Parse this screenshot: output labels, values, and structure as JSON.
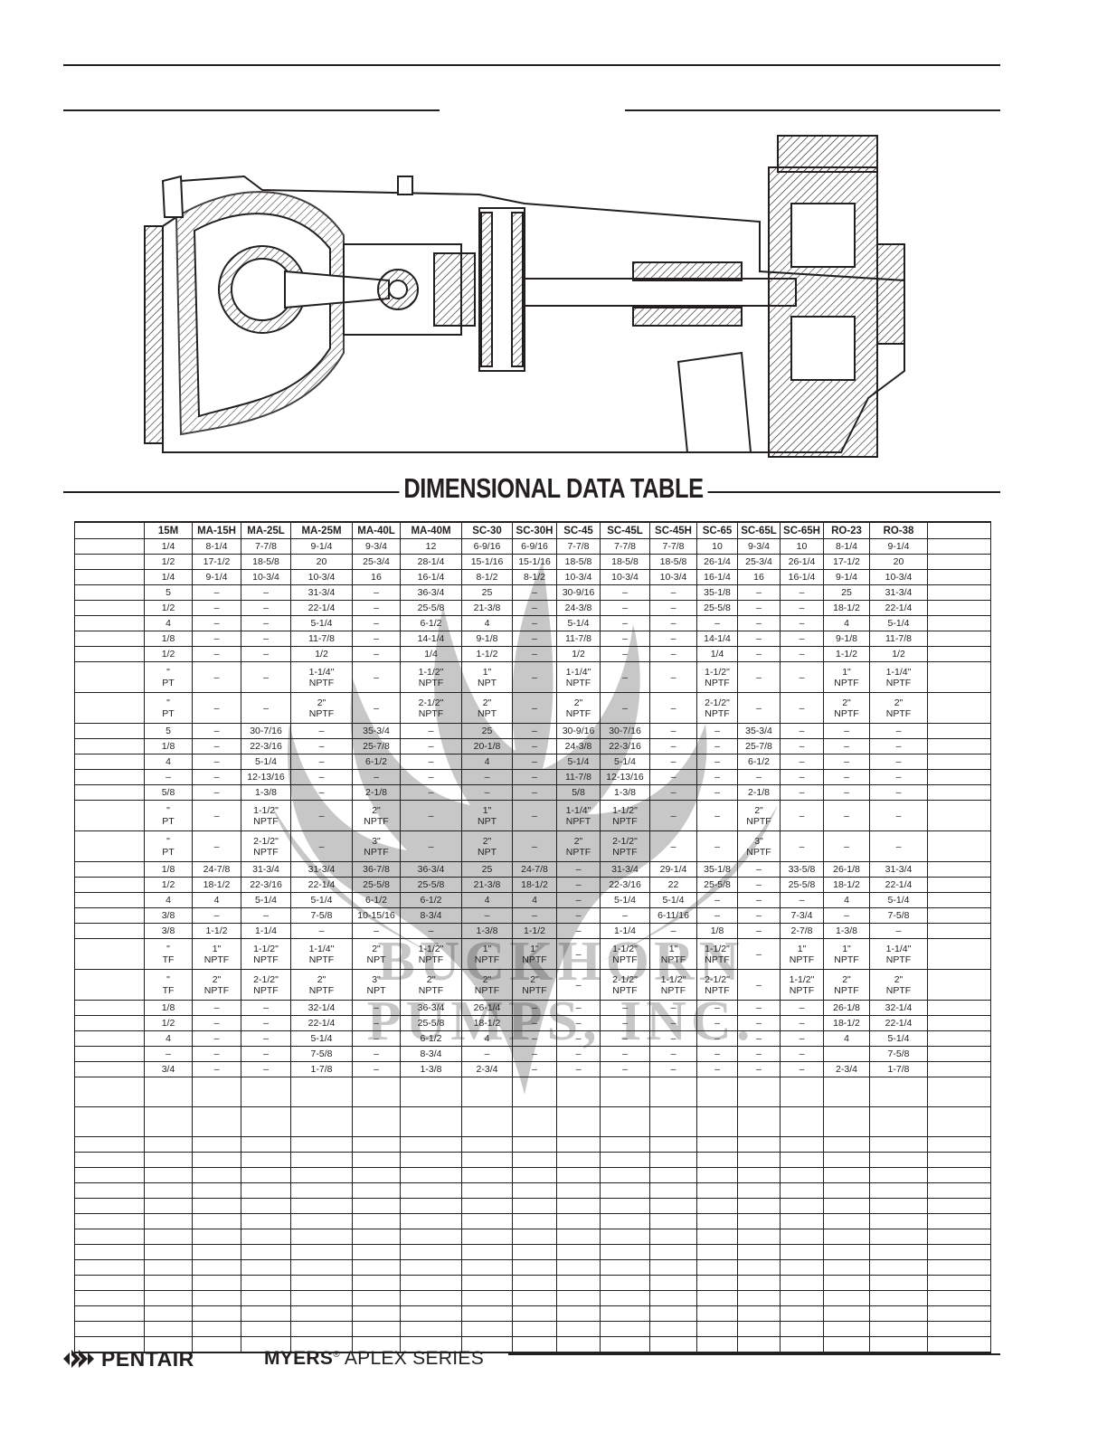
{
  "table_title": "DIMENSIONAL DATA TABLE",
  "watermark": {
    "line1": "BUCKHORN",
    "line2": "PUMPS, INC."
  },
  "footer": {
    "brand": "PENTAIR",
    "series_bold": "MYERS",
    "series_mark": "®",
    "series_rest": " APLEX SERIES"
  },
  "headers": [
    "",
    "15M",
    "MA-15H",
    "MA-25L",
    "MA-25M",
    "MA-40L",
    "MA-40M",
    "SC-30",
    "SC-30H",
    "SC-45",
    "SC-45L",
    "SC-45H",
    "SC-65",
    "SC-65L",
    "SC-65H",
    "RO-23",
    "RO-38",
    ""
  ],
  "rows": [
    {
      "tall": false,
      "cells": [
        "",
        "1/4",
        "8-1/4",
        "7-7/8",
        "9-1/4",
        "9-3/4",
        "12",
        "6-9/16",
        "6-9/16",
        "7-7/8",
        "7-7/8",
        "7-7/8",
        "10",
        "9-3/4",
        "10",
        "8-1/4",
        "9-1/4",
        ""
      ]
    },
    {
      "tall": false,
      "cells": [
        "",
        "1/2",
        "17-1/2",
        "18-5/8",
        "20",
        "25-3/4",
        "28-1/4",
        "15-1/16",
        "15-1/16",
        "18-5/8",
        "18-5/8",
        "18-5/8",
        "26-1/4",
        "25-3/4",
        "26-1/4",
        "17-1/2",
        "20",
        ""
      ]
    },
    {
      "tall": false,
      "cells": [
        "",
        "1/4",
        "9-1/4",
        "10-3/4",
        "10-3/4",
        "16",
        "16-1/4",
        "8-1/2",
        "8-1/2",
        "10-3/4",
        "10-3/4",
        "10-3/4",
        "16-1/4",
        "16",
        "16-1/4",
        "9-1/4",
        "10-3/4",
        ""
      ]
    },
    {
      "tall": false,
      "cells": [
        "",
        "5",
        "–",
        "–",
        "31-3/4",
        "–",
        "36-3/4",
        "25",
        "–",
        "30-9/16",
        "–",
        "–",
        "35-1/8",
        "–",
        "–",
        "25",
        "31-3/4",
        ""
      ]
    },
    {
      "tall": false,
      "cells": [
        "",
        "1/2",
        "–",
        "–",
        "22-1/4",
        "–",
        "25-5/8",
        "21-3/8",
        "–",
        "24-3/8",
        "–",
        "–",
        "25-5/8",
        "–",
        "–",
        "18-1/2",
        "22-1/4",
        ""
      ]
    },
    {
      "tall": false,
      "cells": [
        "",
        "4",
        "–",
        "–",
        "5-1/4",
        "–",
        "6-1/2",
        "4",
        "–",
        "5-1/4",
        "–",
        "–",
        "–",
        "–",
        "–",
        "4",
        "5-1/4",
        ""
      ]
    },
    {
      "tall": false,
      "cells": [
        "",
        "1/8",
        "–",
        "–",
        "11-7/8",
        "–",
        "14-1/4",
        "9-1/8",
        "–",
        "11-7/8",
        "–",
        "–",
        "14-1/4",
        "–",
        "–",
        "9-1/8",
        "11-7/8",
        ""
      ]
    },
    {
      "tall": false,
      "cells": [
        "",
        "1/2",
        "–",
        "–",
        "1/2",
        "–",
        "1/4",
        "1-1/2",
        "–",
        "1/2",
        "–",
        "–",
        "1/4",
        "–",
        "–",
        "1-1/2",
        "1/2",
        ""
      ]
    },
    {
      "tall": true,
      "cells": [
        "",
        "\"|PT",
        "–",
        "–",
        "1-1/4\"|NPTF",
        "–",
        "1-1/2\"|NPTF",
        "1\"|NPT",
        "–",
        "1-1/4\"|NPTF",
        "–",
        "–",
        "1-1/2\"|NPTF",
        "–",
        "–",
        "1\"|NPTF",
        "1-1/4\"|NPTF",
        ""
      ]
    },
    {
      "tall": true,
      "cells": [
        "",
        "\"|PT",
        "–",
        "–",
        "2\"|NPTF",
        "–",
        "2-1/2\"|NPTF",
        "2\"|NPT",
        "–",
        "2\"|NPTF",
        "–",
        "–",
        "2-1/2\"|NPTF",
        "–",
        "–",
        "2\"|NPTF",
        "2\"|NPTF",
        ""
      ]
    },
    {
      "tall": false,
      "cells": [
        "",
        "5",
        "–",
        "30-7/16",
        "–",
        "35-3/4",
        "–",
        "25",
        "–",
        "30-9/16",
        "30-7/16",
        "–",
        "–",
        "35-3/4",
        "–",
        "–",
        "–",
        ""
      ]
    },
    {
      "tall": false,
      "cells": [
        "",
        "1/8",
        "–",
        "22-3/16",
        "–",
        "25-7/8",
        "–",
        "20-1/8",
        "–",
        "24-3/8",
        "22-3/16",
        "–",
        "–",
        "25-7/8",
        "–",
        "–",
        "–",
        ""
      ]
    },
    {
      "tall": false,
      "cells": [
        "",
        "4",
        "–",
        "5-1/4",
        "–",
        "6-1/2",
        "–",
        "4",
        "–",
        "5-1/4",
        "5-1/4",
        "–",
        "–",
        "6-1/2",
        "–",
        "–",
        "–",
        ""
      ]
    },
    {
      "tall": false,
      "cells": [
        "",
        "–",
        "–",
        "12-13/16",
        "–",
        "–",
        "–",
        "–",
        "–",
        "11-7/8",
        "12-13/16",
        "–",
        "–",
        "–",
        "–",
        "–",
        "–",
        ""
      ]
    },
    {
      "tall": false,
      "cells": [
        "",
        "5/8",
        "–",
        "1-3/8",
        "–",
        "2-1/8",
        "–",
        "–",
        "–",
        "5/8",
        "1-3/8",
        "–",
        "–",
        "2-1/8",
        "–",
        "–",
        "–",
        ""
      ]
    },
    {
      "tall": true,
      "cells": [
        "",
        "\"|PT",
        "–",
        "1-1/2\"|NPTF",
        "–",
        "2\"|NPTF",
        "–",
        "1\"|NPT",
        "–",
        "1-1/4\"|NPFT",
        "1-1/2\"|NPTF",
        "–",
        "–",
        "2\"|NPTF",
        "–",
        "–",
        "–",
        ""
      ]
    },
    {
      "tall": true,
      "cells": [
        "",
        "\"|PT",
        "–",
        "2-1/2\"|NPTF",
        "–",
        "3\"|NPTF",
        "–",
        "2\"|NPT",
        "–",
        "2\"|NPTF",
        "2-1/2\"|NPTF",
        "–",
        "–",
        "3\"|NPTF",
        "–",
        "–",
        "–",
        ""
      ]
    },
    {
      "tall": false,
      "cells": [
        "",
        "1/8",
        "24-7/8",
        "31-3/4",
        "31-3/4",
        "36-7/8",
        "36-3/4",
        "25",
        "24-7/8",
        "–",
        "31-3/4",
        "29-1/4",
        "35-1/8",
        "–",
        "33-5/8",
        "26-1/8",
        "31-3/4",
        ""
      ]
    },
    {
      "tall": false,
      "cells": [
        "",
        "1/2",
        "18-1/2",
        "22-3/16",
        "22-1/4",
        "25-5/8",
        "25-5/8",
        "21-3/8",
        "18-1/2",
        "–",
        "22-3/16",
        "22",
        "25-5/8",
        "–",
        "25-5/8",
        "18-1/2",
        "22-1/4",
        ""
      ]
    },
    {
      "tall": false,
      "cells": [
        "",
        "4",
        "4",
        "5-1/4",
        "5-1/4",
        "6-1/2",
        "6-1/2",
        "4",
        "4",
        "–",
        "5-1/4",
        "5-1/4",
        "–",
        "–",
        "–",
        "4",
        "5-1/4",
        ""
      ]
    },
    {
      "tall": false,
      "cells": [
        "",
        "3/8",
        "–",
        "–",
        "7-5/8",
        "10-15/16",
        "8-3/4",
        "–",
        "–",
        "–",
        "–",
        "6-11/16",
        "–",
        "–",
        "7-3/4",
        "–",
        "7-5/8",
        ""
      ]
    },
    {
      "tall": false,
      "cells": [
        "",
        "3/8",
        "1-1/2",
        "1-1/4",
        "–",
        "–",
        "–",
        "1-3/8",
        "1-1/2",
        "–",
        "1-1/4",
        "–",
        "1/8",
        "–",
        "2-7/8",
        "1-3/8",
        "–",
        ""
      ]
    },
    {
      "tall": true,
      "cells": [
        "",
        "\"|TF",
        "1\"|NPTF",
        "1-1/2\"|NPTF",
        "1-1/4\"|NPTF",
        "2\"|NPT",
        "1-1/2\"|NPTF",
        "1\"|NPTF",
        "1\"|NPTF",
        "–",
        "1-1/2\"|NPTF",
        "1\"|NPTF",
        "1-1/2\"|NPTF",
        "–",
        "1\"|NPTF",
        "1\"|NPTF",
        "1-1/4\"|NPTF",
        ""
      ]
    },
    {
      "tall": true,
      "cells": [
        "",
        "\"|TF",
        "2\"|NPTF",
        "2-1/2\"|NPTF",
        "2\"|NPTF",
        "3\"|NPT",
        "2\"|NPTF",
        "2\"|NPTF",
        "2\"|NPTF",
        "–",
        "2-1/2\"|NPTF",
        "1-1/2\"|NPTF",
        "2-1/2\"|NPTF",
        "–",
        "1-1/2\"|NPTF",
        "2\"|NPTF",
        "2\"|NPTF",
        ""
      ]
    },
    {
      "tall": false,
      "cells": [
        "",
        "1/8",
        "–",
        "–",
        "32-1/4",
        "–",
        "36-3/4",
        "26-1/4",
        "–",
        "–",
        "–",
        "–",
        "–",
        "–",
        "–",
        "26-1/8",
        "32-1/4",
        ""
      ]
    },
    {
      "tall": false,
      "cells": [
        "",
        "1/2",
        "–",
        "–",
        "22-1/4",
        "–",
        "25-5/8",
        "18-1/2",
        "–",
        "–",
        "–",
        "–",
        "–",
        "–",
        "–",
        "18-1/2",
        "22-1/4",
        ""
      ]
    },
    {
      "tall": false,
      "cells": [
        "",
        "4",
        "–",
        "–",
        "5-1/4",
        "–",
        "6-1/2",
        "4",
        "–",
        "–",
        "–",
        "–",
        "–",
        "–",
        "–",
        "4",
        "5-1/4",
        ""
      ]
    },
    {
      "tall": false,
      "cells": [
        "",
        "–",
        "–",
        "–",
        "7-5/8",
        "–",
        "8-3/4",
        "–",
        "–",
        "–",
        "–",
        "–",
        "–",
        "–",
        "–",
        "",
        "7-5/8",
        ""
      ]
    },
    {
      "tall": false,
      "cells": [
        "",
        "3/4",
        "–",
        "–",
        "1-7/8",
        "–",
        "1-3/8",
        "2-3/4",
        "–",
        "–",
        "–",
        "–",
        "–",
        "–",
        "–",
        "2-3/4",
        "1-7/8",
        ""
      ]
    }
  ],
  "blank_rows": [
    "tall",
    "tall",
    "short",
    "short",
    "short",
    "short",
    "short",
    "short",
    "short",
    "short",
    "short",
    "short",
    "short",
    "short",
    "short",
    "short"
  ]
}
